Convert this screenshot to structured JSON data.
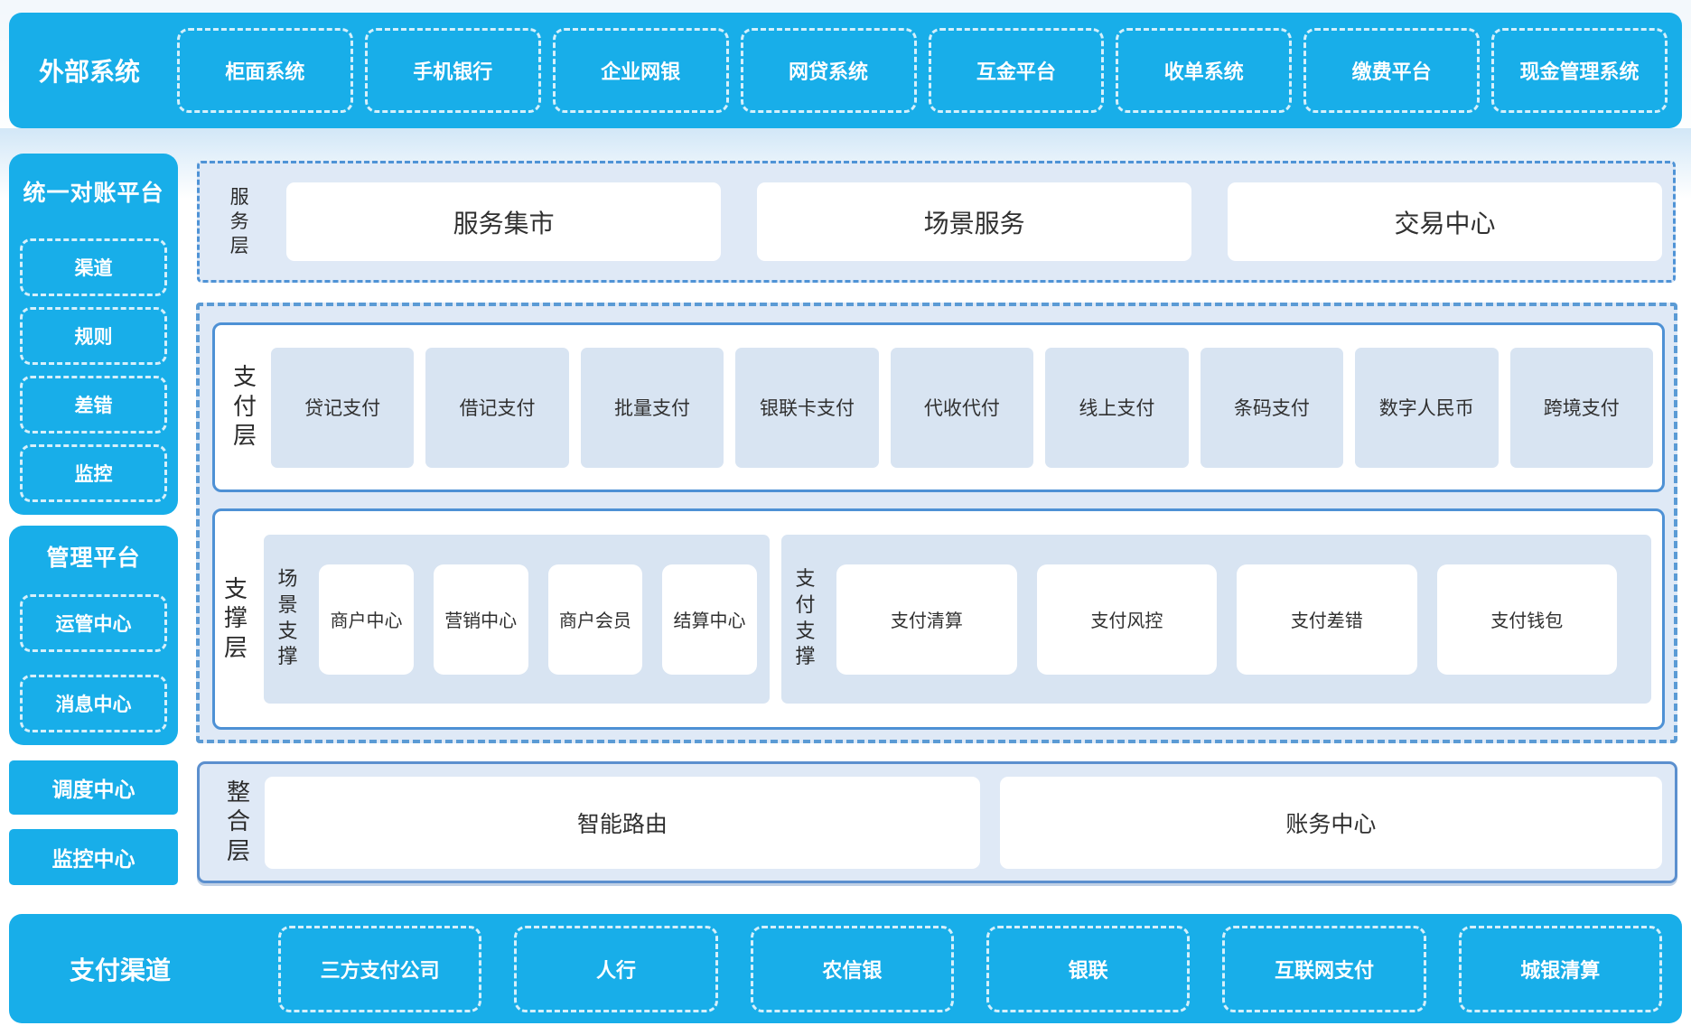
{
  "colors": {
    "brand_blue": "#18aee9",
    "panel_fill": "#dfe9f6",
    "item_fill": "#d8e4f2",
    "solid_border_blue": "#4e91d5",
    "dashed_border_blue": "#5b9bd5",
    "text_dark": "#303030",
    "text_white": "#ffffff"
  },
  "external_systems": {
    "title": "外部系统",
    "items": [
      "柜面系统",
      "手机银行",
      "企业网银",
      "网贷系统",
      "互金平台",
      "收单系统",
      "缴费平台",
      "现金管理系统"
    ]
  },
  "reconciliation_platform": {
    "title": "统一对账平台",
    "items": [
      "渠道",
      "规则",
      "差错",
      "监控"
    ]
  },
  "management_platform": {
    "title": "管理平台",
    "items": [
      "运管中心",
      "消息中心"
    ]
  },
  "side_blocks": [
    "调度中心",
    "监控中心"
  ],
  "service_layer": {
    "label": "服务层",
    "items": [
      "服务集市",
      "场景服务",
      "交易中心"
    ]
  },
  "payment_layer": {
    "label": "支付层",
    "items": [
      "贷记支付",
      "借记支付",
      "批量支付",
      "银联卡支付",
      "代收代付",
      "线上支付",
      "条码支付",
      "数字人民币",
      "跨境支付"
    ]
  },
  "support_layer": {
    "label": "支撑层",
    "groups": [
      {
        "label": "场景支撑",
        "items": [
          "商户中心",
          "营销中心",
          "商户会员",
          "结算中心"
        ]
      },
      {
        "label": "支付支撑",
        "items": [
          "支付清算",
          "支付风控",
          "支付差错",
          "支付钱包"
        ]
      }
    ]
  },
  "integration_layer": {
    "label": "整合层",
    "items": [
      "智能路由",
      "账务中心"
    ]
  },
  "payment_channels": {
    "title": "支付渠道",
    "items": [
      "三方支付公司",
      "人行",
      "农信银",
      "银联",
      "互联网支付",
      "城银清算"
    ]
  }
}
